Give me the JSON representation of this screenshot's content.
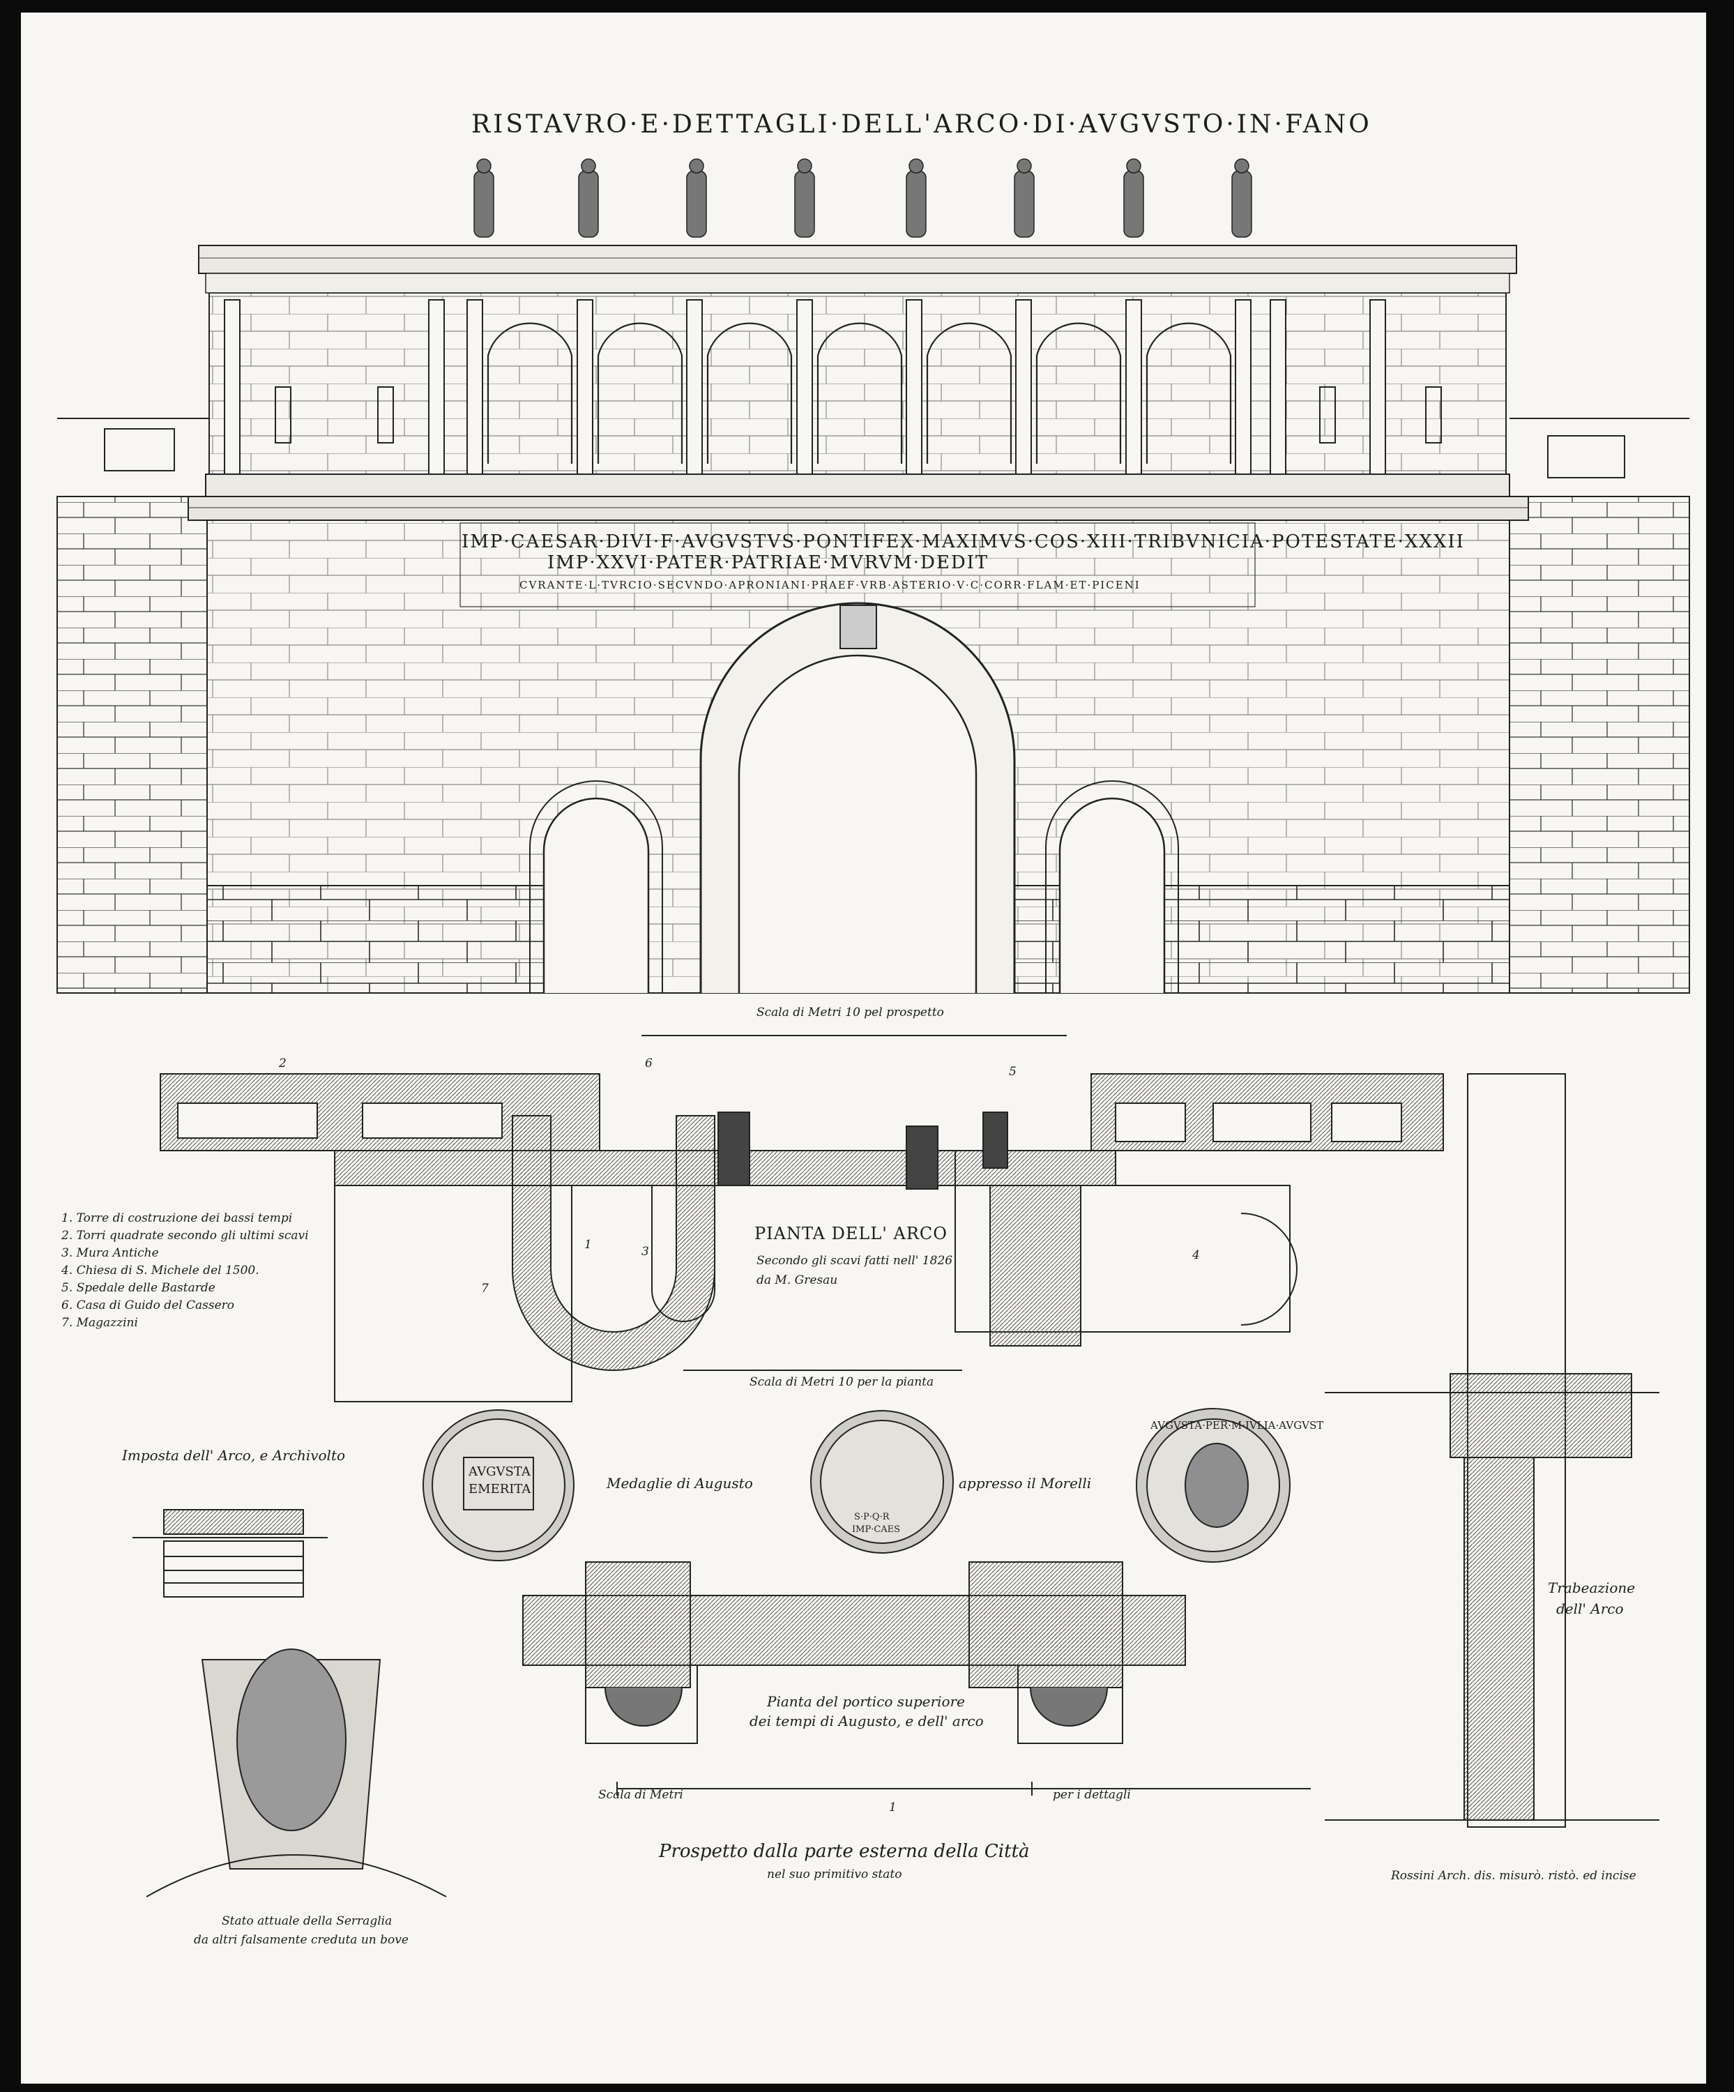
{
  "title": "RISTAVRO·E·DETTAGLI·DELL'ARCO·DI·AVGVSTO·IN·FANO",
  "inscription": {
    "line1": "IMP·CAESAR·DIVI·F·AVGVSTVS·PONTIFEX·MAXIMVS·COS·XIII·TRIBVNICIA·POTESTATE·XXXII",
    "line2": "IMP·XXVI·PATER·PATRIAE·MVRVM·DEDIT",
    "line3": "CVRANTE·L·TVRCIO·SECVNDO·APRONIANI·PRAEF·VRB·ASTERIO·V·C·CORR·FLAM·ET·PICENI"
  },
  "scale_elevation": "Scala di Metri 10 pel prospetto",
  "plan": {
    "title": "PIANTA DELL' ARCO",
    "subtitle1": "Secondo gli scavi fatti nell' 1826",
    "subtitle2": "da M. Gresau",
    "scale": "Scala di Metri 10 per la pianta",
    "labels": [
      "1",
      "2",
      "3",
      "4",
      "5",
      "6",
      "7"
    ]
  },
  "legend": [
    "1. Torre di costruzione dei bassi tempi",
    "2. Torri quadrate secondo gli ultimi scavi",
    "3. Mura Antiche",
    "4. Chiesa di S. Michele del 1500.",
    "5. Spedale delle Bastarde",
    "6. Casa di Guido del Cassero",
    "7. Magazzini"
  ],
  "imposta_label": "Imposta dell' Arco, e Archivolto",
  "medals": {
    "caption_left": "Medaglie di Augusto",
    "caption_right": "appresso il Morelli",
    "coin1_text": [
      "AVGVSTA",
      "EMERITA"
    ],
    "coin2_text": [
      "S·P·Q·R",
      "IMP·CAES"
    ],
    "coin3_text": "AVGVSTA·PER·M·IVLIA·AVGVST"
  },
  "portico": {
    "caption1": "Pianta del portico superiore",
    "caption2": "dei tempi di Augusto, e dell' arco"
  },
  "details_scale": "Scala di Metri",
  "details_scale_mark": "1",
  "details_scale_suffix": "per i dettagli",
  "main_caption": "Prospetto dalla parte esterna della Città",
  "main_caption_sub": "nel suo primitivo stato",
  "keystone_caption1": "Stato attuale della Serraglia",
  "keystone_caption2": "da altri falsamente creduta un bove",
  "trabeazione": "Trabeazione",
  "trabeazione2": "dell' Arco",
  "signature": "Rossini Arch. dis. misurò. ristò. ed incise"
}
